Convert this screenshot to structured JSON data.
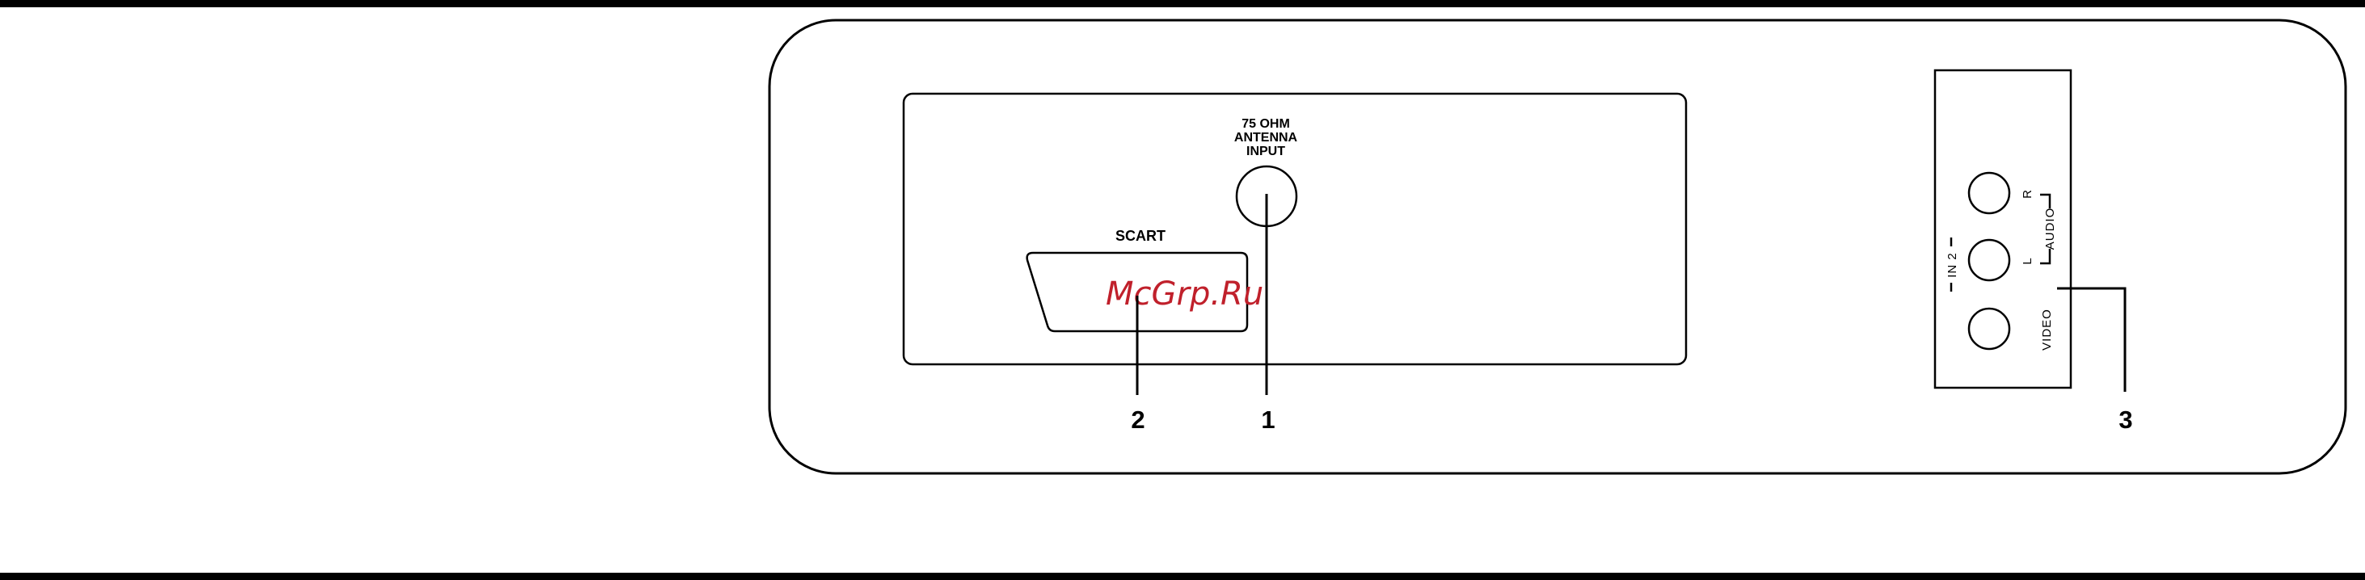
{
  "antenna": {
    "label_line1": "75 OHM",
    "label_line2": "ANTENNA",
    "label_line3": "INPUT"
  },
  "scart": {
    "label": "SCART"
  },
  "side_panel": {
    "group_label": "IN 2",
    "audio_label": "AUDIO",
    "right_label": "R",
    "left_label": "L",
    "video_label": "VIDEO"
  },
  "callouts": {
    "antenna_number": "1",
    "scart_number": "2",
    "side_panel_number": "3"
  },
  "watermark": "McGrp.Ru"
}
